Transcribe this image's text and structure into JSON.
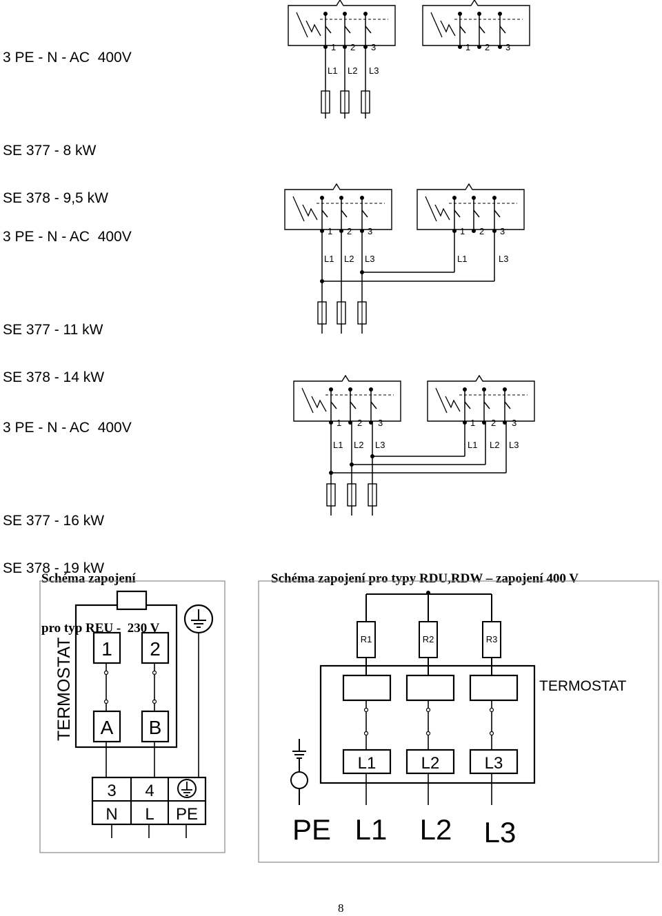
{
  "spec_blocks": [
    {
      "supply": "3 PE - N - AC  400V",
      "line1": "SE 377 - 8 kW",
      "line2": "SE 378 - 9,5 kW"
    },
    {
      "supply": "3 PE - N - AC  400V",
      "line1": "SE 377 - 11 kW",
      "line2": "SE 378 - 14 kW"
    },
    {
      "supply": "3 PE - N - AC  400V",
      "line1": "SE 377 - 16 kW",
      "line2": "SE 378 - 19 kW"
    }
  ],
  "switch_labels": {
    "numbers": [
      "1",
      "2",
      "3"
    ],
    "phases": [
      "L1",
      "L2",
      "L3"
    ],
    "phases_short": [
      "L1",
      "L3"
    ]
  },
  "captions": {
    "left_line1": "Schéma zapojení",
    "left_line2": "pro typ REU -  230 V",
    "right": "Schéma zapojení pro typy RDU,RDW – zapojení 400 V"
  },
  "reu_diagram": {
    "side_label": "TERMOSTAT",
    "contacts_top": [
      "1",
      "2"
    ],
    "contacts_bottom": [
      "A",
      "B"
    ],
    "terminal_numbers": [
      "3",
      "4"
    ],
    "terminal_names": [
      "N",
      "L",
      "PE"
    ]
  },
  "rdu_diagram": {
    "resistors": [
      "R1",
      "R2",
      "R3"
    ],
    "side_label": "TERMOSTAT",
    "terminals": [
      "L1",
      "L2",
      "L3"
    ],
    "bottom_labels": [
      "PE",
      "L1",
      "L2",
      "L3"
    ]
  },
  "page_number": "8"
}
